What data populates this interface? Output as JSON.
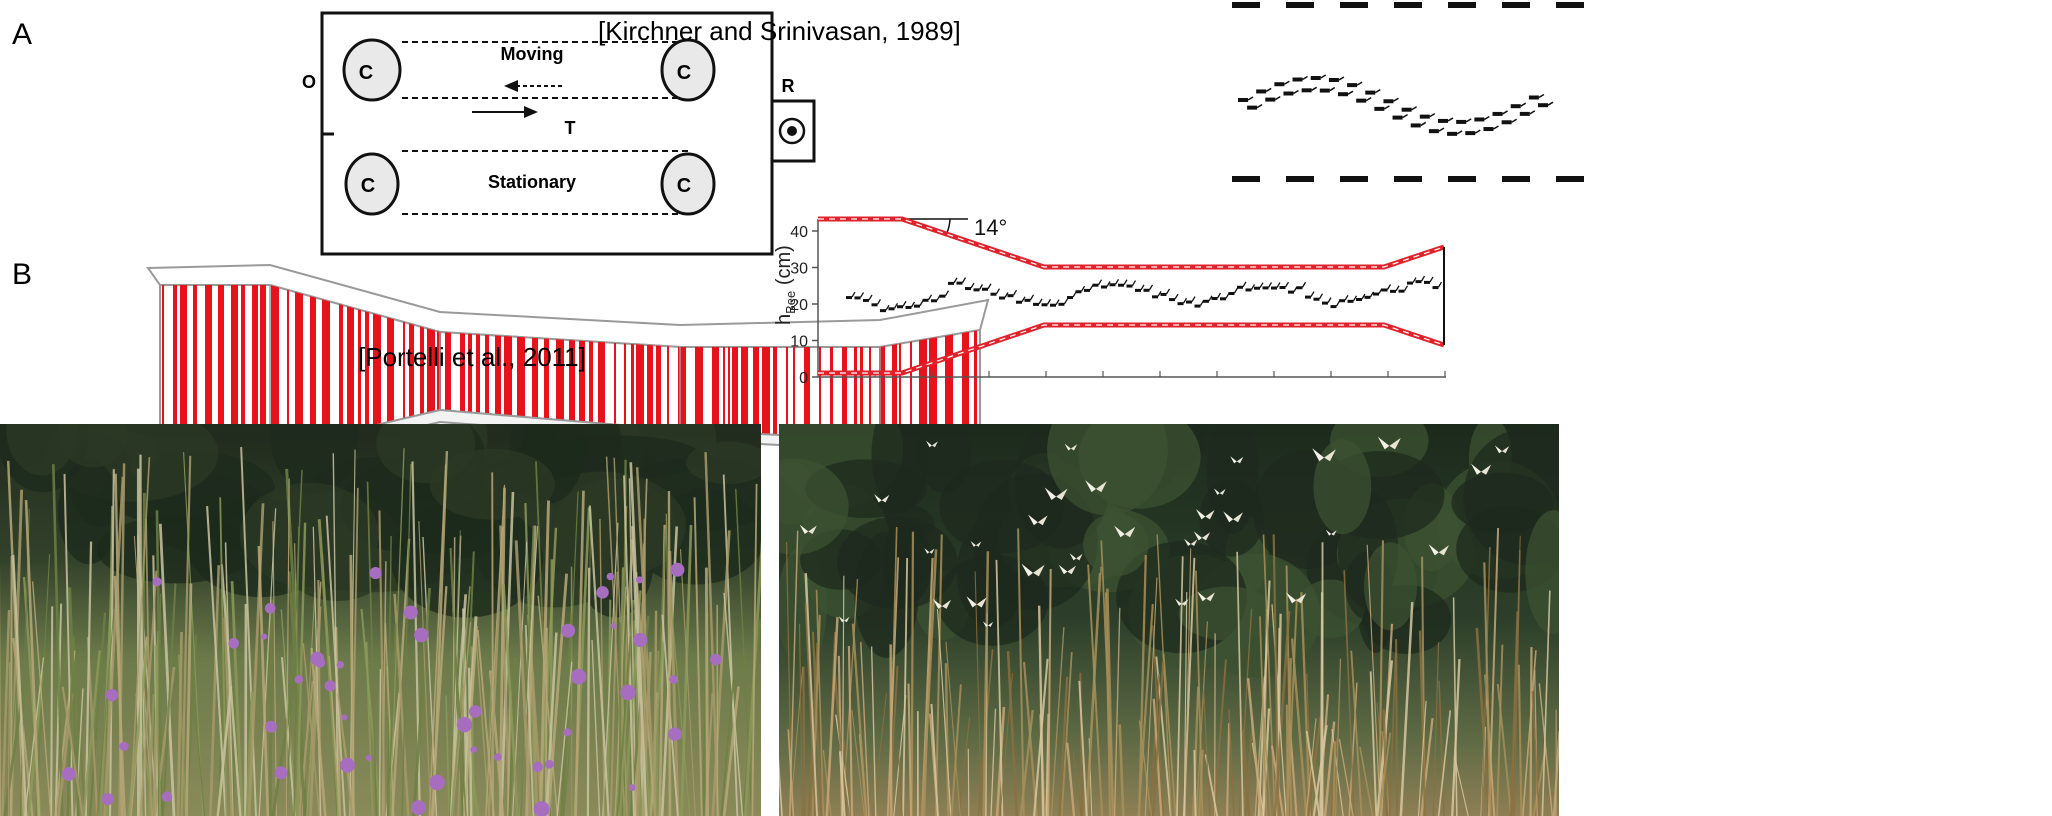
{
  "figure": {
    "panel_a": {
      "letter": "A",
      "citation": "[Kirchner and Srinivasan, 1989]",
      "diagram": {
        "cylinder_label": "C",
        "moving_label": "Moving",
        "stationary_label": "Stationary",
        "t_label": "T",
        "o_label": "O",
        "r_label": "R"
      }
    },
    "panel_b": {
      "letter": "B",
      "citation": "[Portelli et al., 2011]",
      "plot": {
        "angle_label": "14°",
        "ylabel_main": "h",
        "ylabel_sub": "Bee",
        "ylabel_unit": "(cm)",
        "y_ticks": [
          "0",
          "10",
          "20",
          "30",
          "40"
        ]
      }
    },
    "photos": {
      "left": {
        "subject": "meadow with purple wildflowers in front of dark shrubs"
      },
      "right": {
        "subject": "white butterflies flying above dry grass in front of pine trees"
      }
    },
    "colors": {
      "stripe_red": "#e8121b",
      "tunnel_line": "#e2222a",
      "foliage_dark": "#1d2a1d",
      "foliage_mid": "#3c5232",
      "flower_purple": "#a76ec0"
    }
  }
}
